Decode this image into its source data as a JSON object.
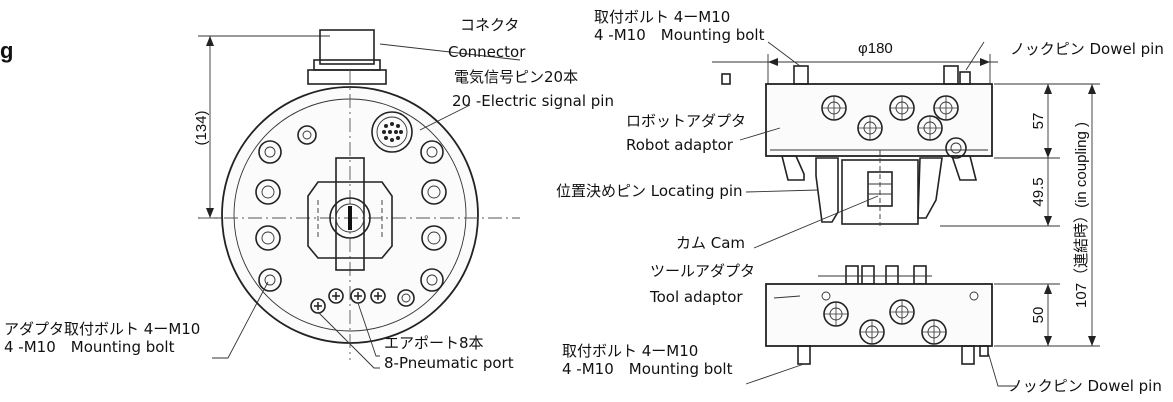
{
  "labels": {
    "left_edge": "g",
    "dim_134": "(134)",
    "connector_jp": "コネクタ",
    "connector_en": "Connector",
    "signal_pin_jp": "電気信号ピン20本",
    "signal_pin_en": "20 -Electric signal pin",
    "adapter_bolt_jp": "アダプタ取付ボルト 4ーM10",
    "adapter_bolt_en": "4 -M10　Mounting bolt",
    "air_port_jp": "エアポート8本",
    "air_port_en": "8-Pneumatic port",
    "top_bolt_jp": "取付ボルト 4ーM10",
    "top_bolt_en": "4 -M10　Mounting bolt",
    "dia_180": "φ180",
    "dowel_top": "ノックピン  Dowel pin",
    "robot_adaptor_jp": "ロボットアダプタ",
    "robot_adaptor_en": "Robot adaptor",
    "locating_pin": "位置決めピン Locating pin",
    "cam": "カム Cam",
    "tool_adaptor_jp": "ツールアダプタ",
    "tool_adaptor_en": "Tool adaptor",
    "bottom_bolt_jp": "取付ボルト 4ーM10",
    "bottom_bolt_en": "4 -M10　Mounting bolt",
    "dowel_bottom": "ノックピン  Dowel pin",
    "dim_57": "57",
    "dim_49_5": "49.5",
    "dim_50": "50",
    "dim_107": "107（連結時）(in coupling )"
  }
}
